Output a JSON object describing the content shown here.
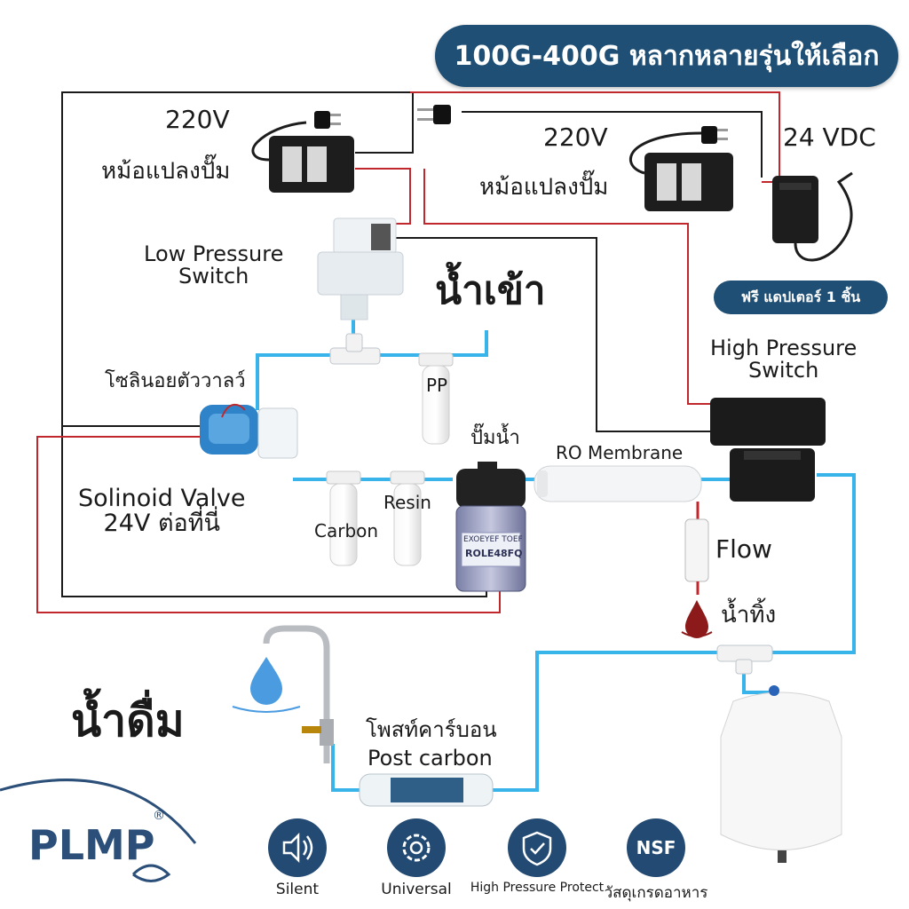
{
  "title": "100G-400G หลากหลายรุ่นให้เลือก",
  "free_adapter": "ฟรี แดปเตอร์ 1 ชิ้น",
  "labels": {
    "v220_left": "220V",
    "transformer_left": "หม้อแปลงปั๊ม",
    "v220_right": "220V",
    "transformer_right": "หม้อแปลงปั๊ม",
    "vdc24": "24 VDC",
    "low_pressure_switch": "Low Pressure\nSwitch",
    "water_in": "น้ำเข้า",
    "high_pressure_switch": "High Pressure\nSwitch",
    "solenoid_thai": "โซลินอยตัววาลว์",
    "pp": "PP",
    "pump_thai": "ปั๊มน้ำ",
    "ro_membrane": "RO Membrane",
    "solenoid_valve": "Solinoid Valve\n24V ต่อที่นี่",
    "resin": "Resin",
    "carbon": "Carbon",
    "flow": "Flow",
    "waste_water": "น้ำทิ้ง",
    "drinking_water": "น้ำดื่ม",
    "post_carbon_thai": "โพสท์คาร์บอน",
    "post_carbon": "Post carbon"
  },
  "pump_text": {
    "line1": "EXOEYEF TOEF",
    "line2": "ROLE48FQ"
  },
  "brand": "PLMP",
  "features": [
    {
      "label": "Silent",
      "icon": "speaker-icon"
    },
    {
      "label": "Universal",
      "icon": "gear-icon"
    },
    {
      "label": "High Pressure Protect",
      "icon": "shield-check-icon"
    },
    {
      "label": "วัสดุเกรดอาหาร",
      "icon": "NSF"
    }
  ],
  "colors": {
    "pill": "#1f4f74",
    "water_pipe": "#38b4ea",
    "wire_red": "#c0282d",
    "wire_black": "#1a1a1a"
  }
}
